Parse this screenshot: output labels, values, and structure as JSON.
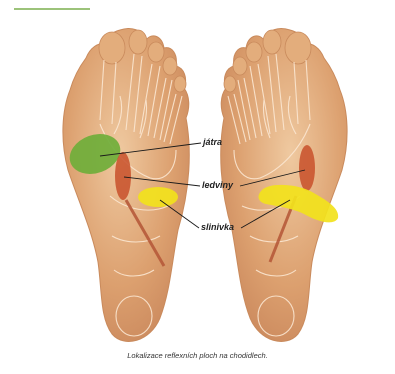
{
  "labels": {
    "liver": "játra",
    "kidneys": "ledviny",
    "pancreas": "slinivka"
  },
  "caption": "Lokalizace reflexních ploch na chodidlech.",
  "colors": {
    "foot_skin": "#dca06f",
    "foot_skin_light": "#efc9a0",
    "bone_line": "#fbe7d2",
    "liver_zone": "#6fae3a",
    "kidney_zone": "#c8502a",
    "pancreas_zone": "#f2e21c",
    "ureter_line": "#b65a3a",
    "leader_line": "#1a1a1a",
    "accent_rule": "#9cc37a"
  }
}
